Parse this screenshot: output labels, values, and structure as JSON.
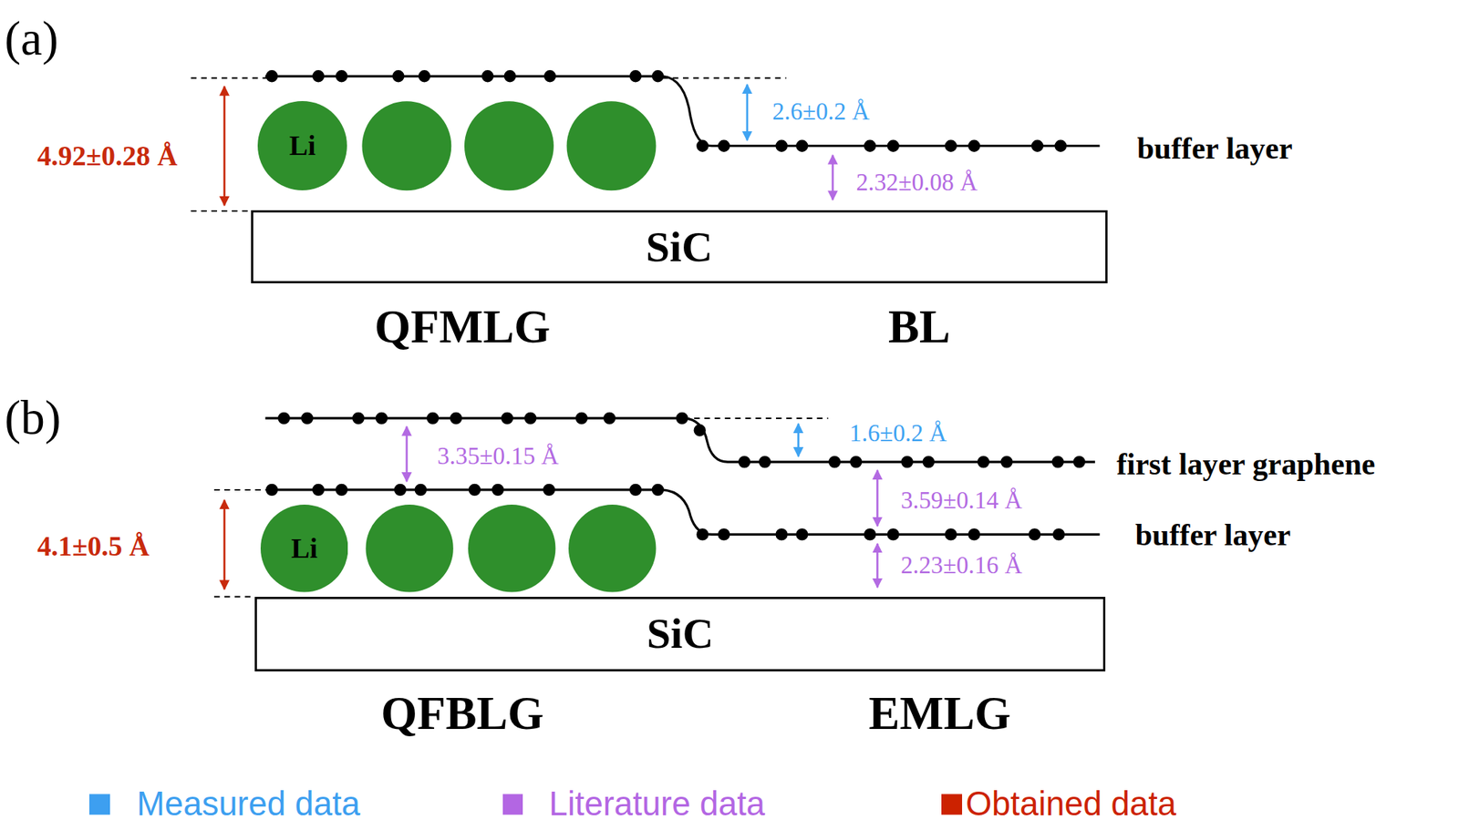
{
  "diagram": {
    "nodes": [
      {
        "text": [
          "Li"
        ]
      },
      {
        "text": [
          "SiC"
        ]
      },
      {
        "text": [
          "Li"
        ]
      },
      {
        "text": [
          "SiC"
        ]
      }
    ],
    "labels": [
      "(a)",
      "4.92±0.28 Å",
      "2.6±0.2 Å",
      "buffer layer",
      "2.32±0.08 Å",
      "QFMLG",
      "BL",
      "(b)",
      "3.35±0.15 Å",
      "1.6±0.2 Å",
      "first layer graphene",
      "3.59±0.14 Å",
      "buffer layer",
      "2.23±0.16 Å",
      "4.1±0.5 Å",
      "QFBLG",
      "EMLG"
    ],
    "legend": [
      {
        "text": "Measured data",
        "color": "#3d9ff0"
      },
      {
        "text": "Literature data",
        "color": "#b366e3"
      },
      {
        "text": "Obtained data",
        "color": "#cc2200"
      }
    ]
  }
}
